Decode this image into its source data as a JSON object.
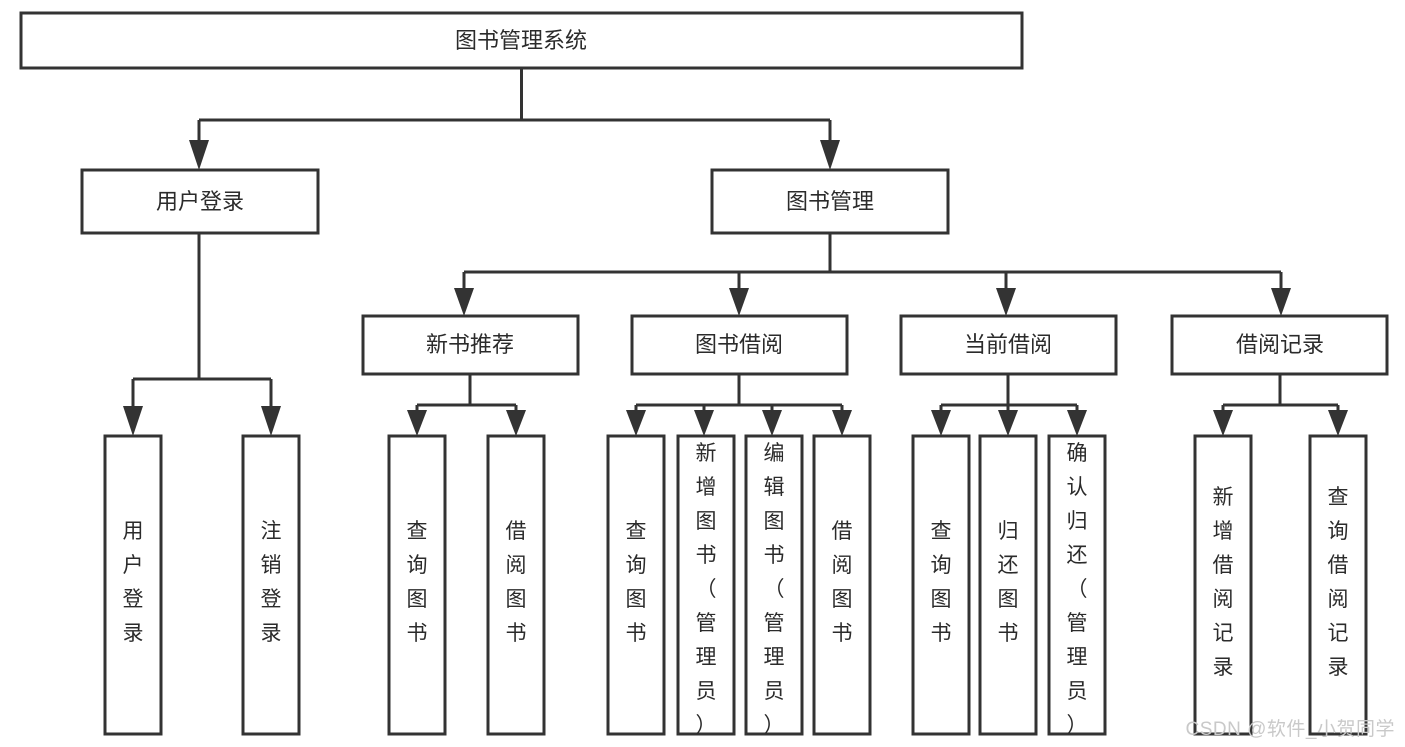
{
  "diagram": {
    "type": "tree-hierarchy",
    "title": "图书管理系统",
    "watermark": "CSDN @软件_小贺同学",
    "colors": {
      "stroke": "#333333",
      "box_fill": "#ffffff",
      "text": "#2b2b2b",
      "background": "#ffffff",
      "watermark": "#c9c9c9"
    },
    "levels": {
      "root": {
        "label": "图书管理系统"
      },
      "level2": [
        {
          "id": "user-login",
          "label": "用户登录"
        },
        {
          "id": "book-manage",
          "label": "图书管理"
        }
      ],
      "level3": [
        {
          "id": "new-book-recommend",
          "label": "新书推荐",
          "parent": "book-manage"
        },
        {
          "id": "book-borrow",
          "label": "图书借阅",
          "parent": "book-manage"
        },
        {
          "id": "current-borrow",
          "label": "当前借阅",
          "parent": "book-manage"
        },
        {
          "id": "borrow-record",
          "label": "借阅记录",
          "parent": "book-manage"
        }
      ],
      "leaves": [
        {
          "id": "leaf-user-login",
          "label": "用户登录",
          "parent": "user-login"
        },
        {
          "id": "leaf-user-logout",
          "label": "注销登录",
          "parent": "user-login"
        },
        {
          "id": "leaf-query-book-1",
          "label": "查询图书",
          "parent": "new-book-recommend"
        },
        {
          "id": "leaf-borrow-book-1",
          "label": "借阅图书",
          "parent": "new-book-recommend"
        },
        {
          "id": "leaf-query-book-2",
          "label": "查询图书",
          "parent": "book-borrow"
        },
        {
          "id": "leaf-add-book",
          "label": "新增图书（管理员）",
          "parent": "book-borrow"
        },
        {
          "id": "leaf-edit-book",
          "label": "编辑图书（管理员）",
          "parent": "book-borrow"
        },
        {
          "id": "leaf-borrow-book-2",
          "label": "借阅图书",
          "parent": "book-borrow"
        },
        {
          "id": "leaf-query-book-3",
          "label": "查询图书",
          "parent": "current-borrow"
        },
        {
          "id": "leaf-return-book",
          "label": "归还图书",
          "parent": "current-borrow"
        },
        {
          "id": "leaf-confirm-return",
          "label": "确认归还（管理员）",
          "parent": "current-borrow"
        },
        {
          "id": "leaf-add-record",
          "label": "新增借阅记录",
          "parent": "borrow-record"
        },
        {
          "id": "leaf-query-record",
          "label": "查询借阅记录",
          "parent": "borrow-record"
        }
      ]
    }
  }
}
